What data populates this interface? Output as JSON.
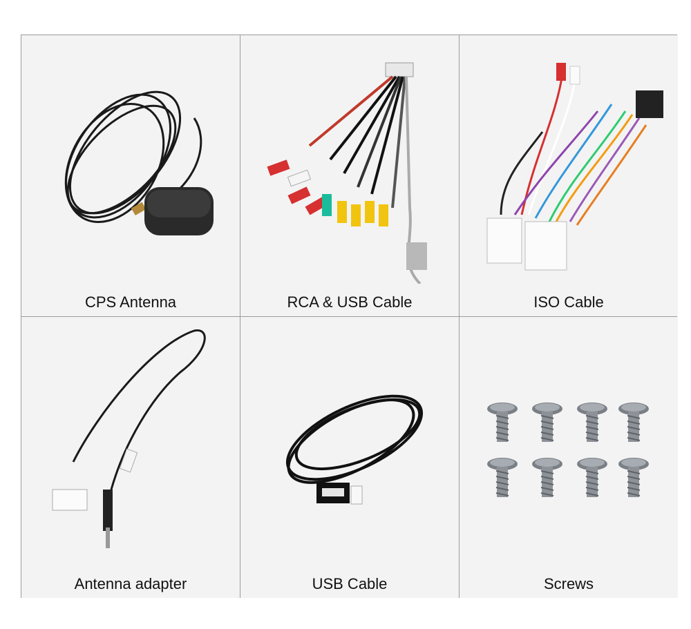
{
  "products": [
    {
      "label": "CPS Antenna",
      "icon": "gps-antenna"
    },
    {
      "label": "RCA & USB Cable",
      "icon": "rca-usb-cable"
    },
    {
      "label": "ISO Cable",
      "icon": "iso-cable"
    },
    {
      "label": "Antenna adapter",
      "icon": "antenna-adapter"
    },
    {
      "label": "USB Cable",
      "icon": "usb-cable"
    },
    {
      "label": "Screws",
      "icon": "screws"
    }
  ]
}
